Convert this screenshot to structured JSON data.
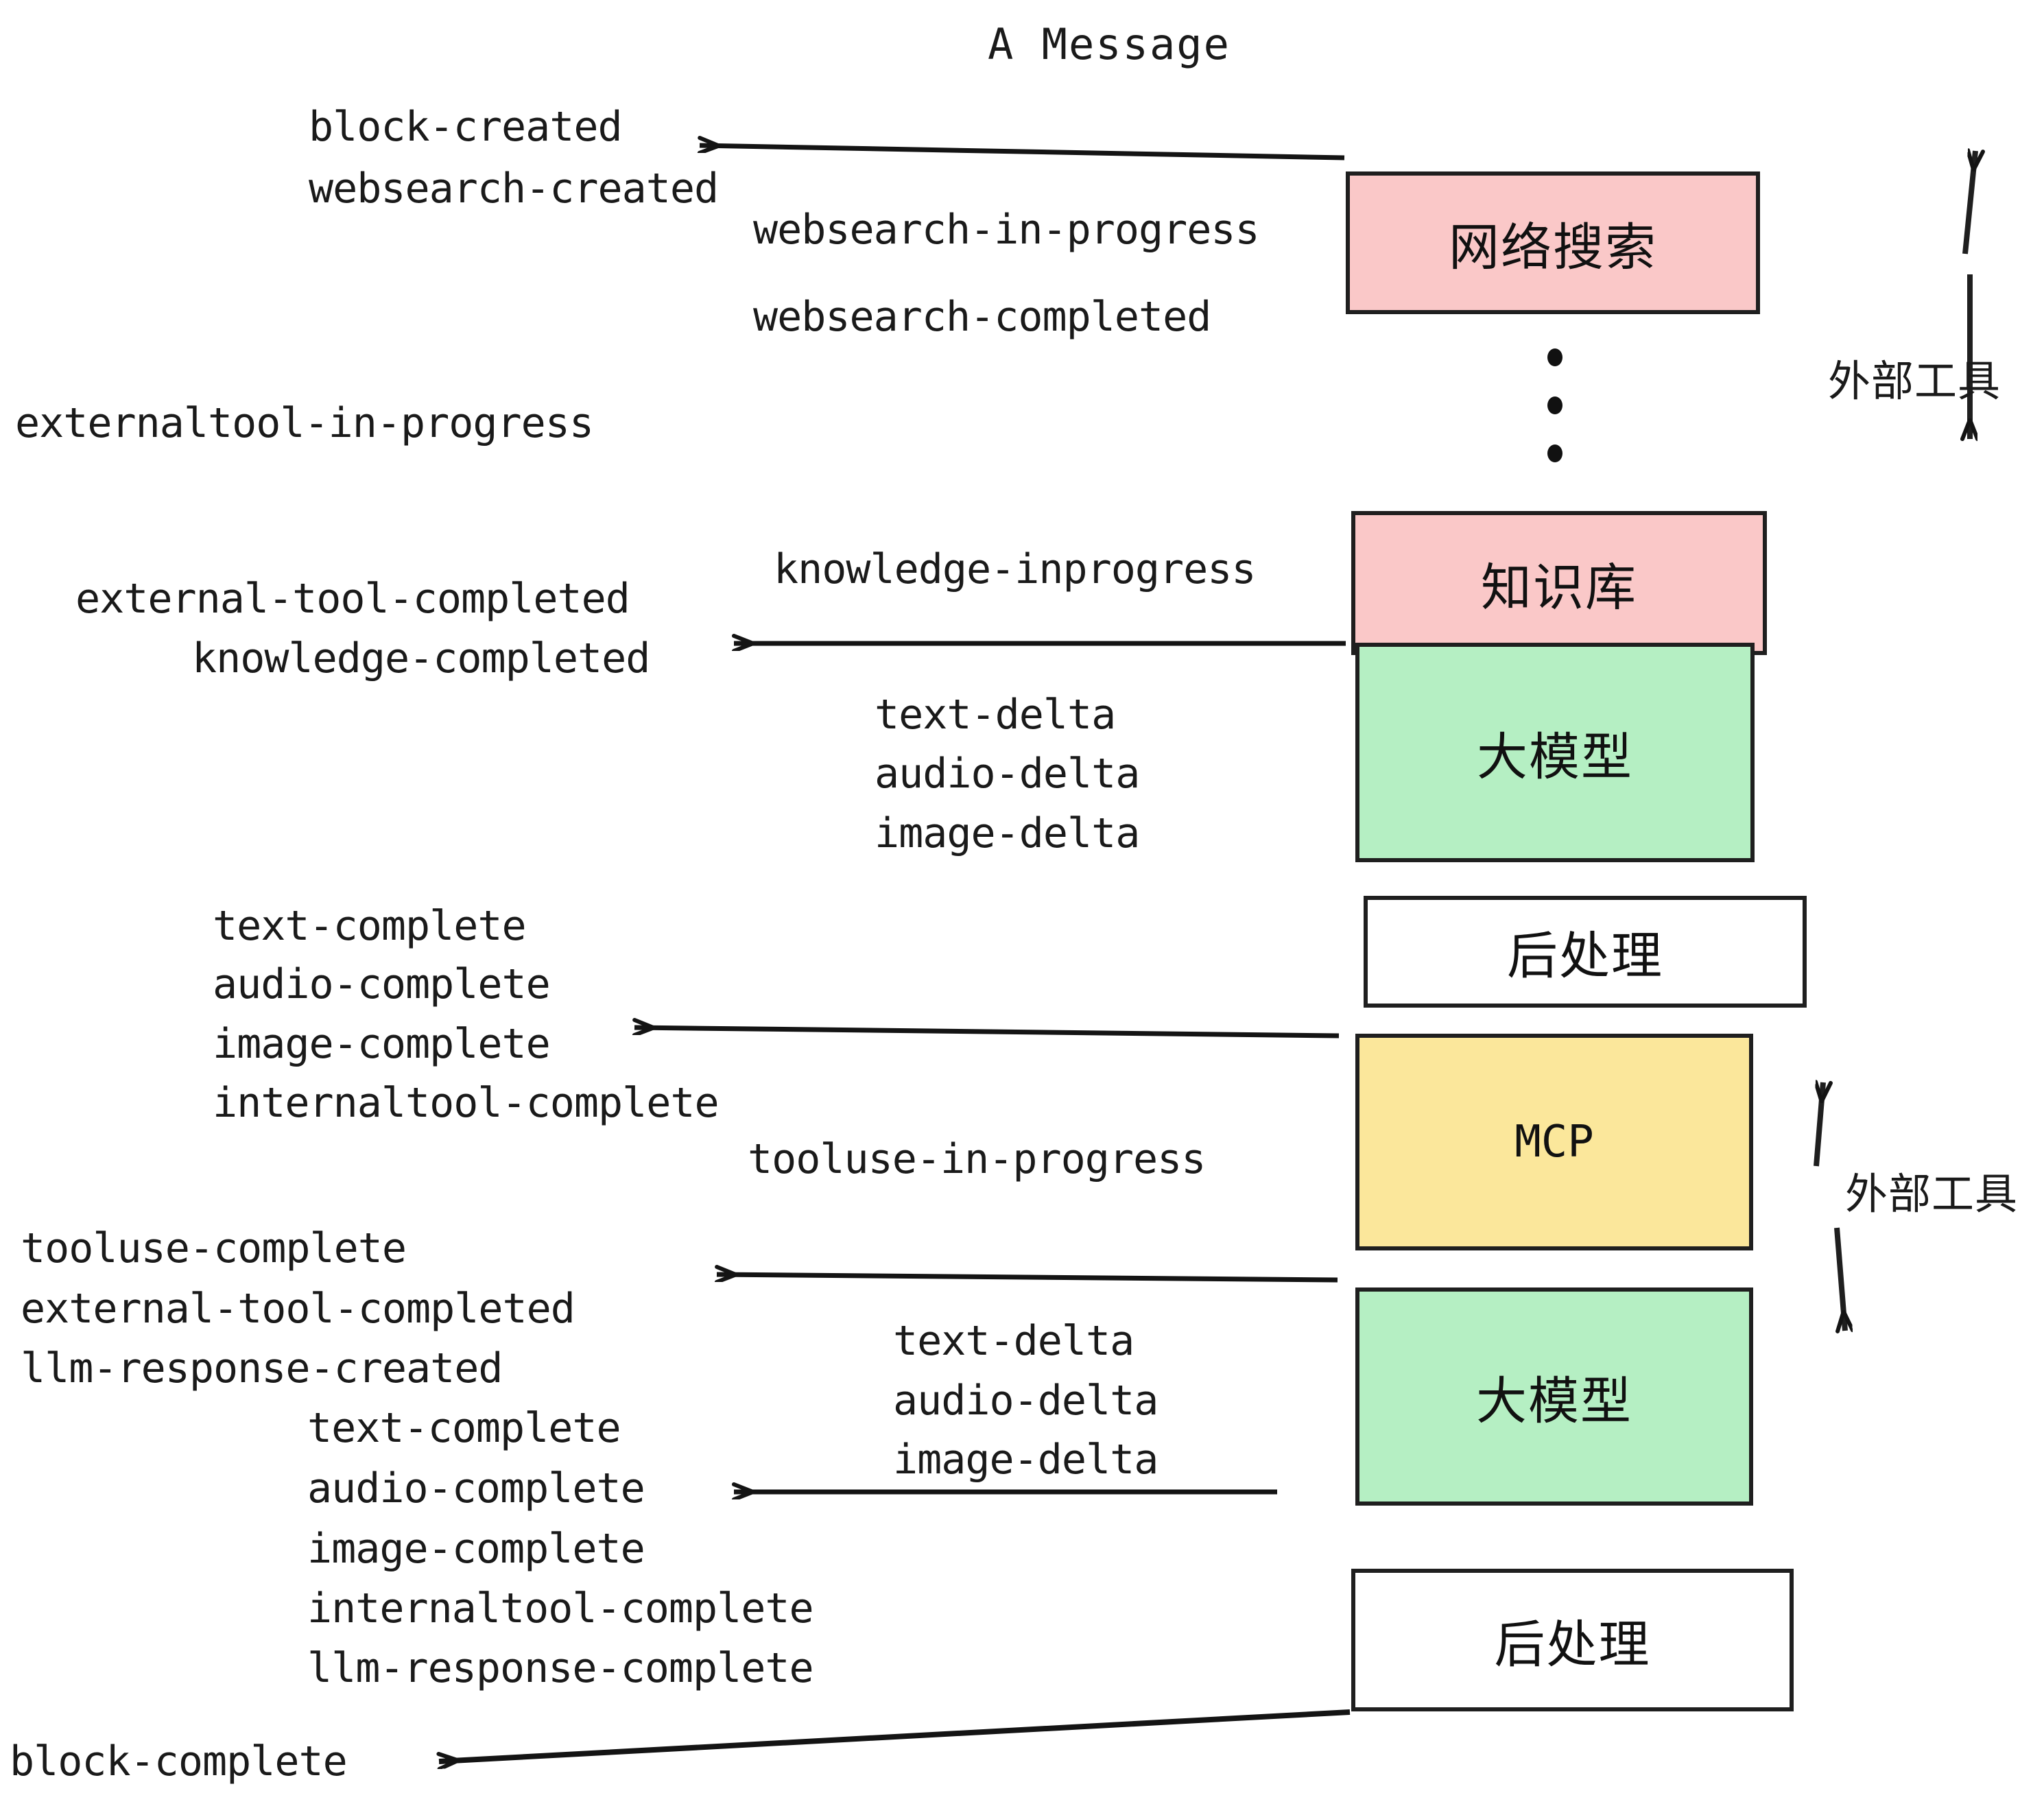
{
  "title": "A Message",
  "colors": {
    "pink": "#FAC8C8",
    "green": "#B5EFC3",
    "yellow": "#FBE79B",
    "white": "#FFFFFF",
    "stroke": "#1F1F1F",
    "text": "#1A1A1A"
  },
  "boxes": [
    {
      "id": "websearch",
      "label": "网络搜索",
      "fill": "#FAC8C8"
    },
    {
      "id": "knowledge",
      "label": "知识库",
      "fill": "#FAC8C8"
    },
    {
      "id": "llm-1",
      "label": "大模型",
      "fill": "#B5EFC3"
    },
    {
      "id": "postprocess-1",
      "label": "后处理",
      "fill": "#FFFFFF"
    },
    {
      "id": "mcp",
      "label": "MCP",
      "fill": "#FBE79B"
    },
    {
      "id": "llm-2",
      "label": "大模型",
      "fill": "#B5EFC3"
    },
    {
      "id": "postprocess-2",
      "label": "后处理",
      "fill": "#FFFFFF"
    }
  ],
  "side_labels": [
    {
      "id": "external-tool-top",
      "text": "外部工具"
    },
    {
      "id": "external-tool-bottom",
      "text": "外部工具"
    }
  ],
  "events": [
    {
      "id": "block-created",
      "text": "block-created"
    },
    {
      "id": "websearch-created",
      "text": "websearch-created"
    },
    {
      "id": "websearch-in-progress",
      "text": "websearch-in-progress"
    },
    {
      "id": "websearch-completed",
      "text": "websearch-completed"
    },
    {
      "id": "externaltool-in-progress",
      "text": "externaltool-in-progress"
    },
    {
      "id": "knowledge-inprogress",
      "text": "knowledge-inprogress"
    },
    {
      "id": "external-tool-completed-1",
      "text": "external-tool-completed"
    },
    {
      "id": "knowledge-completed",
      "text": "knowledge-completed"
    },
    {
      "id": "text-delta-1",
      "text": "text-delta"
    },
    {
      "id": "audio-delta-1",
      "text": "audio-delta"
    },
    {
      "id": "image-delta-1",
      "text": "image-delta"
    },
    {
      "id": "text-complete-1",
      "text": "text-complete"
    },
    {
      "id": "audio-complete-1",
      "text": "audio-complete"
    },
    {
      "id": "image-complete-1",
      "text": "image-complete"
    },
    {
      "id": "internaltool-complete-1",
      "text": "internaltool-complete"
    },
    {
      "id": "tooluse-in-progress",
      "text": "tooluse-in-progress"
    },
    {
      "id": "tooluse-complete",
      "text": "tooluse-complete"
    },
    {
      "id": "external-tool-completed-2",
      "text": "external-tool-completed"
    },
    {
      "id": "llm-response-created",
      "text": "llm-response-created"
    },
    {
      "id": "text-delta-2",
      "text": "text-delta"
    },
    {
      "id": "audio-delta-2",
      "text": "audio-delta"
    },
    {
      "id": "image-delta-2",
      "text": "image-delta"
    },
    {
      "id": "text-complete-2",
      "text": "text-complete"
    },
    {
      "id": "audio-complete-2",
      "text": "audio-complete"
    },
    {
      "id": "image-complete-2",
      "text": "image-complete"
    },
    {
      "id": "internaltool-complete-2",
      "text": "internaltool-complete"
    },
    {
      "id": "llm-response-complete",
      "text": "llm-response-complete"
    },
    {
      "id": "block-complete",
      "text": "block-complete"
    }
  ],
  "ellipsis": {
    "id": "vertical-ellipsis",
    "dots": 3
  }
}
